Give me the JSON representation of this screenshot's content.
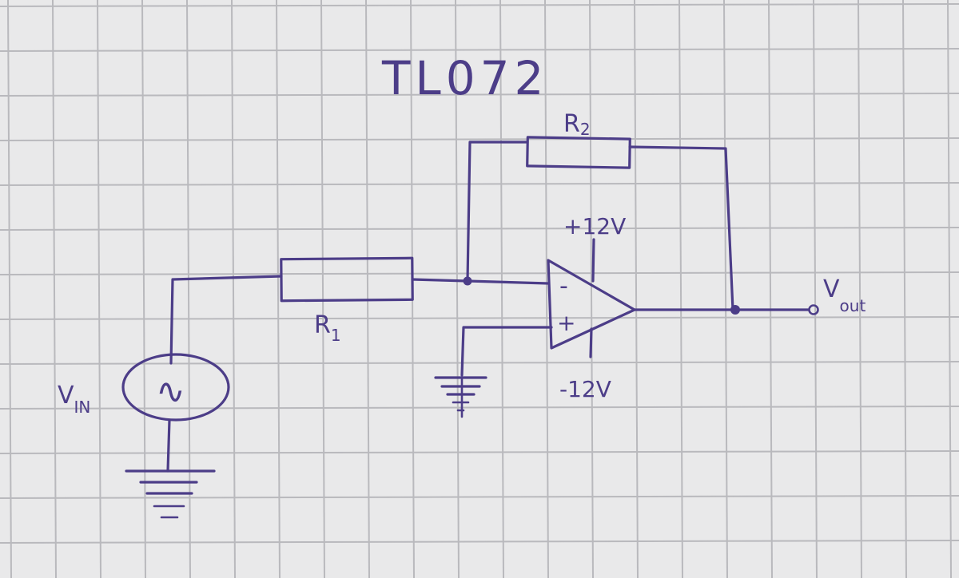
{
  "title": "TL072",
  "resistor_top": {
    "letter": "R",
    "subscript": "2"
  },
  "resistor_bottom": {
    "letter": "R",
    "subscript": "1"
  },
  "supply_positive": "+12V",
  "supply_negative": "-12V",
  "source": {
    "letter": "V",
    "subscript": "IN",
    "symbol": "∿"
  },
  "output": {
    "letter": "V",
    "subscript": "out"
  },
  "opamp": {
    "minus": "-",
    "plus": "+"
  },
  "colors": {
    "ink": "#4c3d88",
    "paper": "#e9e9ea",
    "grid": "#b9b9bd"
  }
}
